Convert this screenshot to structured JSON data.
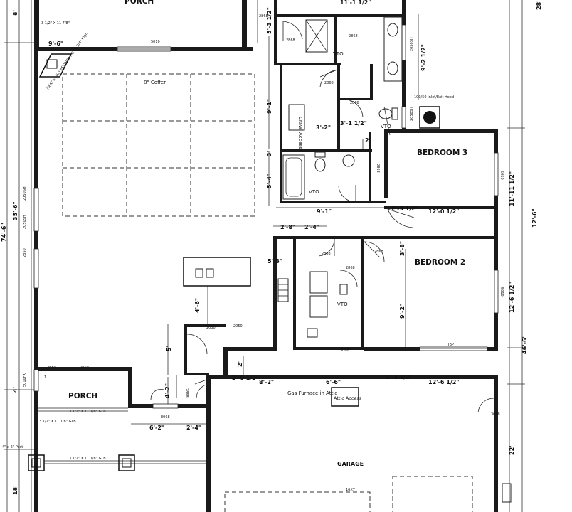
{
  "rooms": {
    "porch_top": "PORCH",
    "bedroom3": "BEDROOM 3",
    "bedroom2": "BEDROOM 2",
    "porch": "PORCH",
    "garage": "GARAGE"
  },
  "notes": {
    "coffer": "8\" Coffer",
    "crawl_access": "Crawl Access",
    "vto_1": "VTO",
    "vto_2": "VTO",
    "vto_3": "VTO",
    "vto_4": "VTO",
    "gas_furnace": "Gas Furnace in Attic",
    "attic_access": "Attic Access",
    "ibp": "IBP",
    "post": "4\" x 6\" Post",
    "glb_1": "3 1/2\" X 11 7/8\" GLB",
    "glb_2": "3 1/2\" X 11 7/8\" GLB",
    "glb_3": "3 1/2\" X 11 7/8\" GLB",
    "glb_top": "3 1/2\" X 11 7/8\"",
    "fireplace": "HEAT & GLO RSTTR32 RO 34 3/4\" High",
    "hvac": "100/50 Inlet/Exit Hood"
  },
  "dims": {
    "d_9_6": "9'-6\"",
    "d_11_1_2": "11'-1 1/2\"",
    "d_5_3_1_2": "5'-3 1/2\"",
    "d_9_2_1_2": "9'-2 1/2\"",
    "d_9_1": "9'-1\"",
    "d_3_2": "3'-2\"",
    "d_3_1_1_2": "3'-1 1/2\"",
    "d_2": "2'",
    "d_3": "3'",
    "d_5_4": "5'-4\"",
    "d_9_1b": "9'-1\"",
    "d_2_3_1_2a": "2'-3 1/2\"",
    "d_12_0_1_2": "12'-0 1/2\"",
    "d_11_11_1_2": "11'-11 1/2\"",
    "d_2_8": "2'-8\"",
    "d_2_4": "2'-4\"",
    "d_3_8": "3'-8\"",
    "d_5_3": "5'-3\"",
    "d_9_2": "9'-2\"",
    "d_12_6_1_2": "12'-6 1/2\"",
    "d_4_6": "4'-6\"",
    "d_5": "5'",
    "d_2b": "2'",
    "d_2_0_1_2": "2'-0 1/2\"",
    "d_8_2": "8'-2\"",
    "d_6_6": "6'-6\"",
    "d_2_3_1_2b": "2'-3 1/2\"",
    "d_12_6_1_2b": "12'-6 1/2\"",
    "d_4_2": "4'-2\"",
    "d_6_2": "6'-2\"",
    "d_2_4b": "2'-4\"",
    "d_4": "4'",
    "d_18": "18'",
    "d_35_6": "35'-6\"",
    "d_74_6": "74'-6\"",
    "d_8": "8'",
    "d_28": "28'",
    "d_12_6": "12'-6\"",
    "d_46_6": "46'-6\"",
    "d_22": "22'"
  },
  "codes": {
    "c_2868a": "2868",
    "c_2868b": "2868",
    "c_2868c": "2868",
    "c_2868d": "2868",
    "c_2868e": "2868",
    "c_2868f": "2868",
    "c_2868g": "2868",
    "c_2868h": "2868",
    "c_2868i": "2868",
    "c_2868j": "2868",
    "c_2868k": "2868",
    "c_3068": "3068",
    "c_3068b": "3068",
    "c_3068c": "3068",
    "c_2050": "2050",
    "c_2050b": "2050",
    "c_5050": "5050",
    "c_2850": "2850",
    "c_2850b": "2850",
    "c_2850c": "2850",
    "c_2050sh": "2050SH",
    "c_2050sh2": "2050SH",
    "c_2050sh3": "2050SH",
    "c_2050sh4": "2050SH",
    "c_5010": "5010",
    "c_5010b": "5010",
    "c_5010fx": "5010FX",
    "c_16x7": "16X7",
    "c_1": "1"
  }
}
